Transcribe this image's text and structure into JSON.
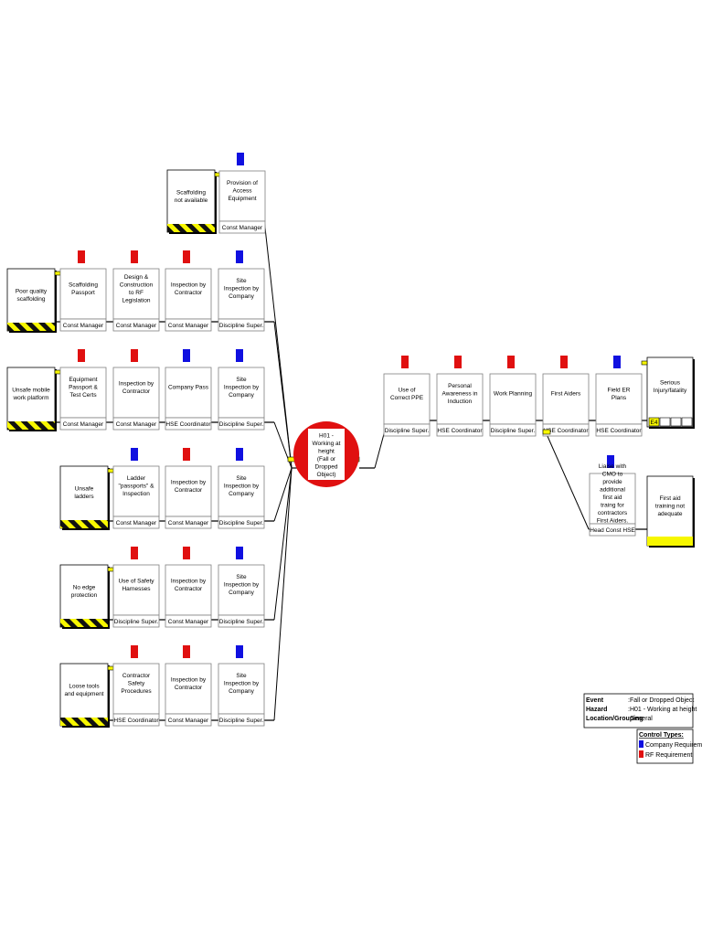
{
  "hazard": {
    "text": "H01 - Working at height (Fall or Dropped Object)"
  },
  "consequences": [
    {
      "text": "Serious Injury/fatality",
      "badge": "E4"
    },
    {
      "text": "First aid training not adequate"
    }
  ],
  "threats": [
    {
      "text": "Scaffolding not available",
      "controls": [
        {
          "text": "Provision of Access Equipment",
          "owner": "Const Manager",
          "type": "company"
        }
      ]
    },
    {
      "text": "Poor quality scaffolding",
      "controls": [
        {
          "text": "Scaffolding Passport",
          "owner": "Const Manager",
          "type": "rf"
        },
        {
          "text": "Design & Construction to RF Legislation",
          "owner": "Const Manager",
          "type": "rf"
        },
        {
          "text": "Inspection by Contractor",
          "owner": "Const Manager",
          "type": "rf"
        },
        {
          "text": "Site Inspection by Company",
          "owner": "Discipline Super.",
          "type": "company"
        }
      ]
    },
    {
      "text": "Unsafe mobile work platform",
      "controls": [
        {
          "text": "Equipment Passport & Test Certs",
          "owner": "Const Manager",
          "type": "rf"
        },
        {
          "text": "Inspection by Contractor",
          "owner": "Const Manager",
          "type": "rf"
        },
        {
          "text": "Company Pass",
          "owner": "HSE Coordinator",
          "type": "company"
        },
        {
          "text": "Site Inspection by Company",
          "owner": "Discipline Super.",
          "type": "company"
        }
      ]
    },
    {
      "text": "Unsafe ladders",
      "controls": [
        {
          "text": "Ladder \"passports\" & Inspection",
          "owner": "Const Manager",
          "type": "company"
        },
        {
          "text": "Inspection by Contractor",
          "owner": "Const Manager",
          "type": "rf"
        },
        {
          "text": "Site Inspection by Company",
          "owner": "Discipline Super.",
          "type": "company"
        }
      ]
    },
    {
      "text": "No edge protection",
      "controls": [
        {
          "text": "Use of Safety Harnesses",
          "owner": "Discipline Super.",
          "type": "rf"
        },
        {
          "text": "Inspection by Contractor",
          "owner": "Const Manager",
          "type": "rf"
        },
        {
          "text": "Site Inspection by Company",
          "owner": "Discipline Super.",
          "type": "company"
        }
      ]
    },
    {
      "text": "Loose tools and equipment",
      "controls": [
        {
          "text": "Contractor Safety Procedures",
          "owner": "HSE Coordinator",
          "type": "rf"
        },
        {
          "text": "Inspection by Contractor",
          "owner": "Const Manager",
          "type": "rf"
        },
        {
          "text": "Site Inspection by Company",
          "owner": "Discipline Super.",
          "type": "company"
        }
      ]
    }
  ],
  "recovery_controls": [
    {
      "text": "Use of Correct PPE",
      "owner": "Discipline Super.",
      "type": "rf"
    },
    {
      "text": "Personal Awareness in Induction",
      "owner": "HSE Coordinator",
      "type": "rf"
    },
    {
      "text": "Work Planning",
      "owner": "Discipline Super.",
      "type": "rf"
    },
    {
      "text": "First Aiders",
      "owner": "HSE Coordinator",
      "type": "rf"
    },
    {
      "text": "Field ER Plans",
      "owner": "HSE Coordinator",
      "type": "company"
    }
  ],
  "escalation_control": {
    "text": "Liaise with CMO to provide additional first aid traing for contractors First Aiders.",
    "owner": "Head Const HSE",
    "type": "company"
  },
  "legend": {
    "rows": [
      {
        "key": "Event",
        "value": ":Fall or Dropped Object"
      },
      {
        "key": "Hazard",
        "value": ":H01 - Working at height"
      },
      {
        "key": "Location/Grouping",
        "value": ":General"
      }
    ],
    "control_types_title": "Control Types:",
    "types": [
      {
        "label": "Company Requirements",
        "color": "#1010e0"
      },
      {
        "label": "RF Requirement",
        "color": "#e01010"
      }
    ]
  },
  "colors": {
    "company": "#1010e0",
    "rf": "#e01010",
    "hazard_fill": "#e01010",
    "yellow": "#f7f700",
    "stripe_dark": "#111111"
  }
}
